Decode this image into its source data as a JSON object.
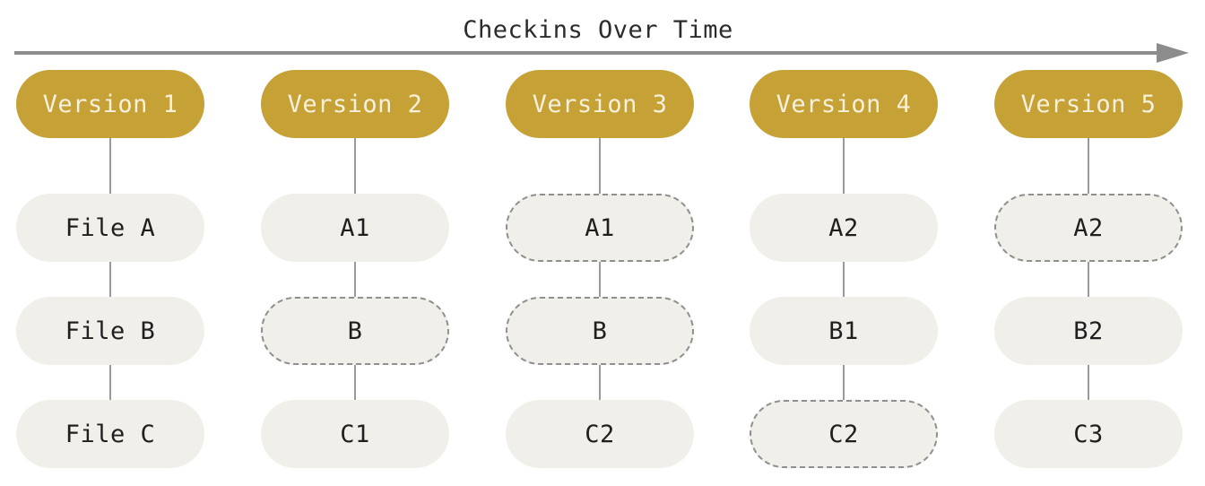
{
  "title": "Checkins Over Time",
  "colors": {
    "version_fill": "#c6a136",
    "version_text": "#f6f0dd",
    "file_fill": "#f0efea",
    "arrow": "#8c8c8c",
    "dashed_border": "#8f8f8f"
  },
  "versions": [
    {
      "label": "Version 1",
      "files": [
        {
          "label": "File A",
          "unchanged": false
        },
        {
          "label": "File B",
          "unchanged": false
        },
        {
          "label": "File C",
          "unchanged": false
        }
      ]
    },
    {
      "label": "Version 2",
      "files": [
        {
          "label": "A1",
          "unchanged": false
        },
        {
          "label": "B",
          "unchanged": true
        },
        {
          "label": "C1",
          "unchanged": false
        }
      ]
    },
    {
      "label": "Version 3",
      "files": [
        {
          "label": "A1",
          "unchanged": true
        },
        {
          "label": "B",
          "unchanged": true
        },
        {
          "label": "C2",
          "unchanged": false
        }
      ]
    },
    {
      "label": "Version 4",
      "files": [
        {
          "label": "A2",
          "unchanged": false
        },
        {
          "label": "B1",
          "unchanged": false
        },
        {
          "label": "C2",
          "unchanged": true
        }
      ]
    },
    {
      "label": "Version 5",
      "files": [
        {
          "label": "A2",
          "unchanged": true
        },
        {
          "label": "B2",
          "unchanged": false
        },
        {
          "label": "C3",
          "unchanged": false
        }
      ]
    }
  ]
}
